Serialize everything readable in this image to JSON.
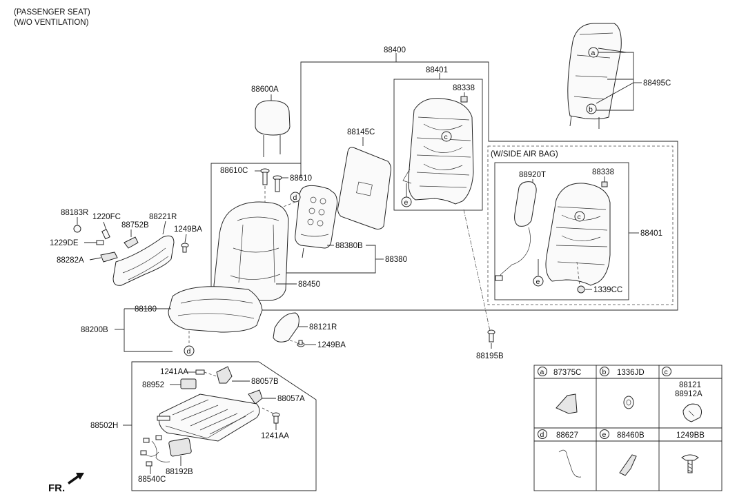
{
  "header": {
    "line1": "(PASSENGER SEAT)",
    "line2": "(W/O VENTILATION)"
  },
  "side_airbag_box": {
    "label": "(W/SIDE AIR BAG)"
  },
  "fr_label": "FR.",
  "parts": {
    "p88400": "88400",
    "p88401": "88401",
    "p88338": "88338",
    "p88495C": "88495C",
    "p88600A": "88600A",
    "p88145C": "88145C",
    "p88610C": "88610C",
    "p88610": "88610",
    "p88183R": "88183R",
    "p1220FC": "1220FC",
    "p88752B": "88752B",
    "p88221R": "88221R",
    "p1249BA_a": "1249BA",
    "p1229DE": "1229DE",
    "p88282A": "88282A",
    "p88380B": "88380B",
    "p88380": "88380",
    "p88450": "88450",
    "p88180": "88180",
    "p88200B": "88200B",
    "p88121R": "88121R",
    "p1249BA_b": "1249BA",
    "p88195B": "88195B",
    "p88920T": "88920T",
    "p88338_b": "88338",
    "p88401_b": "88401",
    "p1339CC": "1339CC",
    "p1241AA_a": "1241AA",
    "p88952": "88952",
    "p88057B": "88057B",
    "p88057A": "88057A",
    "p88502H": "88502H",
    "p1241AA_b": "1241AA",
    "p88540C": "88540C",
    "p88192B": "88192B"
  },
  "callouts": {
    "a": "a",
    "b": "b",
    "c": "c",
    "d": "d",
    "e": "e"
  },
  "legend": {
    "cells": [
      {
        "letter": "a",
        "part": "87375C"
      },
      {
        "letter": "b",
        "part": "1336JD"
      },
      {
        "letter": "c",
        "part": "88121",
        "part2": "88912A"
      },
      {
        "letter": "d",
        "part": "88627"
      },
      {
        "letter": "e",
        "part": "88460B"
      },
      {
        "letter": "",
        "part": "1249BB"
      }
    ]
  }
}
